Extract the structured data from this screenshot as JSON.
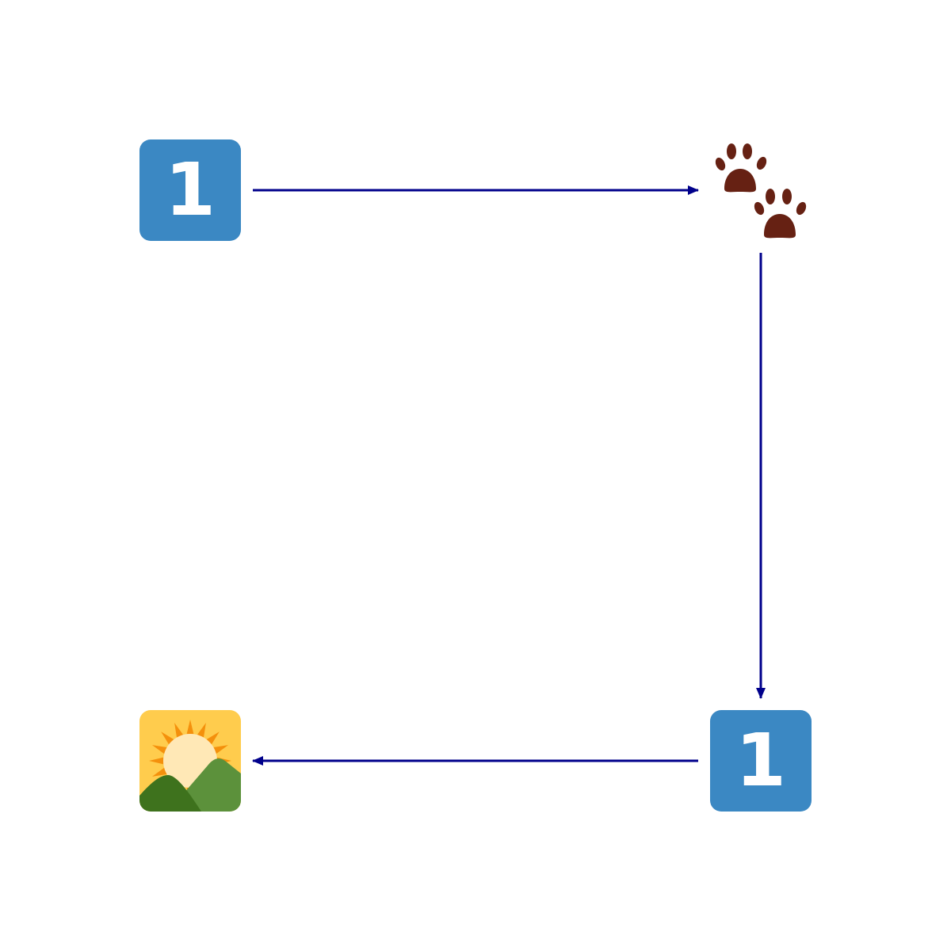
{
  "nodes": {
    "top_left": {
      "icon": "keycap-1-icon",
      "label": "1",
      "color": "#3b88c3"
    },
    "top_right": {
      "icon": "paw-prints-icon",
      "color": "#662113"
    },
    "bottom_right": {
      "icon": "keycap-1-icon",
      "label": "1",
      "color": "#3b88c3"
    },
    "bottom_left": {
      "icon": "sunrise-over-mountains-icon"
    }
  },
  "edges": [
    {
      "from": "top_left",
      "to": "top_right"
    },
    {
      "from": "top_right",
      "to": "bottom_right"
    },
    {
      "from": "bottom_right",
      "to": "bottom_left"
    }
  ],
  "arrow_color": "#00008b"
}
